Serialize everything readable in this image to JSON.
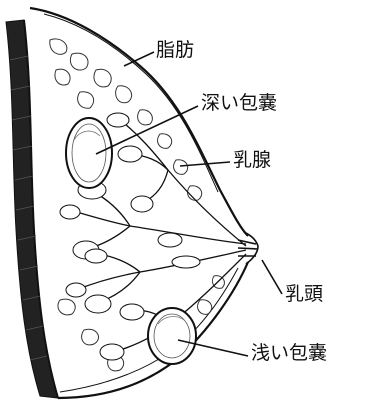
{
  "labels": {
    "fat": "脂肪",
    "deep_cyst": "深い包嚢",
    "mammary_gland": "乳腺",
    "nipple": "乳頭",
    "superficial_cyst": "浅い包嚢"
  },
  "colors": {
    "ink": "#111111",
    "background": "#ffffff"
  }
}
